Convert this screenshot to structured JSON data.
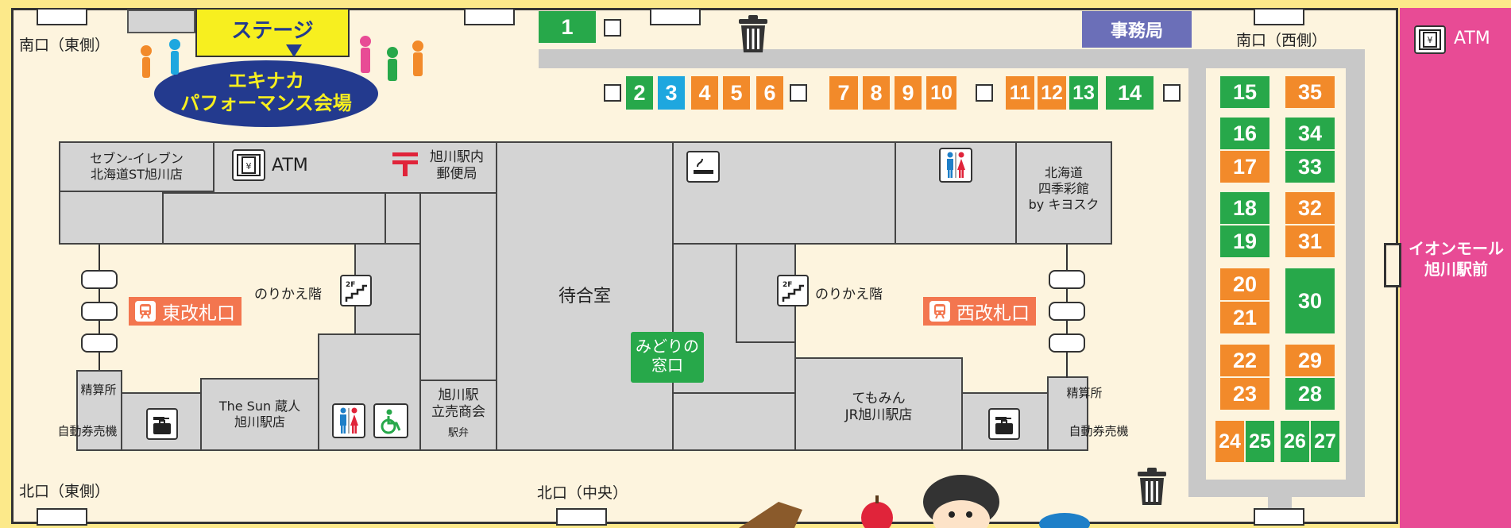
{
  "stage": {
    "sign": "ステージ",
    "area_line1": "エキナカ",
    "area_line2": "パフォーマンス会場"
  },
  "exits": {
    "south_east": "南口（東側）",
    "south_west": "南口（西側）",
    "north_east": "北口（東側）",
    "north_center": "北口（中央）"
  },
  "office": "事務局",
  "atm_label": "ATM",
  "aeon": "イオンモール\n旭川駅前",
  "rooms": {
    "seven": "セブン-イレブン\n北海道ST旭川店",
    "atm": "ATM",
    "post": "旭川駅内\n郵便局",
    "waiting": "待合室",
    "midori": "みどりの\n窓口",
    "shikisai": "北海道\n四季彩館\nby キヨスク",
    "transfer_left": "のりかえ階",
    "transfer_right": "のりかえ階",
    "fare_left": "精算所",
    "ticket_left": "自動券売機",
    "fare_right": "精算所",
    "ticket_right": "自動券売機",
    "thesun": "The Sun 蔵人\n旭川駅店",
    "tachiuri": "旭川駅\n立売商会",
    "ekiben": "駅弁",
    "temomin": "てもみん\nJR旭川駅店",
    "stair_tag": "2F"
  },
  "gates": {
    "east": "東改札口",
    "west": "西改札口"
  },
  "stalls_top": [
    "1",
    "2",
    "3",
    "4",
    "5",
    "6",
    "7",
    "8",
    "9",
    "10",
    "11",
    "12",
    "13",
    "14"
  ],
  "stalls_right": [
    "15",
    "16",
    "17",
    "18",
    "19",
    "20",
    "21",
    "22",
    "23",
    "24",
    "25",
    "26",
    "27",
    "28",
    "29",
    "30",
    "31",
    "32",
    "33",
    "34",
    "35"
  ],
  "colors": {
    "green": "#27a84a",
    "orange": "#f28a2a",
    "blue": "#1ea7df",
    "pink": "#e84b95",
    "office": "#6b6fb8",
    "stage": "#f7ef1f",
    "stage_area": "#233a8e"
  }
}
